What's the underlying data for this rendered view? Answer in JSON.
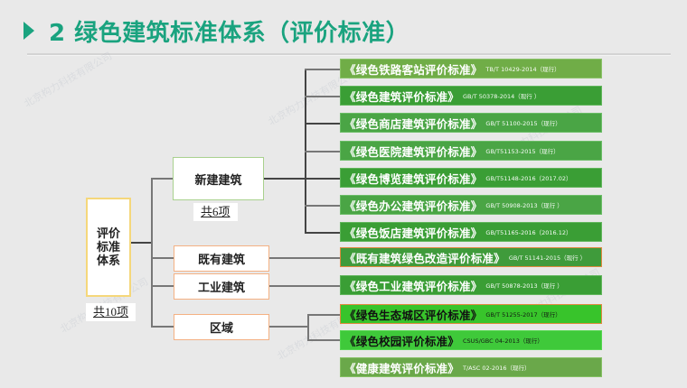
{
  "header": {
    "title": "2 绿色建筑标准体系（评价标准）",
    "accent_color": "#1aa37f"
  },
  "root": {
    "label": "评价标准体系",
    "count_note": "共10项"
  },
  "categories": [
    {
      "id": "new",
      "label": "新建建筑",
      "count_note": "共6项",
      "border_color": "#a9d18e"
    },
    {
      "id": "existing",
      "label": "既有建筑",
      "border_color": "#f4b183"
    },
    {
      "id": "industrial",
      "label": "工业建筑",
      "border_color": "#f4b183"
    },
    {
      "id": "district",
      "label": "区域",
      "border_color": "#f4b183"
    }
  ],
  "standards": [
    {
      "name": "《绿色铁路客站评价标准》",
      "code": "TB/T 10429-2014（现行）",
      "category": "new"
    },
    {
      "name": "《绿色建筑评价标准》",
      "code": "GB/T 50378-2014（现行 ）",
      "category": "new"
    },
    {
      "name": "《绿色商店建筑评价标准》",
      "code": "GB/T 51100-2015（现行）",
      "category": "new"
    },
    {
      "name": "《绿色医院建筑评价标准》",
      "code": "GB/T51153-2015（现行）",
      "category": "new"
    },
    {
      "name": "《绿色博览建筑评价标准》",
      "code": "GB/T51148-2016（2017.02）",
      "category": "new"
    },
    {
      "name": "《绿色办公建筑评价标准》",
      "code": "GB/T 50908-2013（现行 ）",
      "category": "new"
    },
    {
      "name": "《绿色饭店建筑评价标准》",
      "code": "GB/T51165-2016（2016.12）",
      "category": "new"
    },
    {
      "name": "《既有建筑绿色改造评价标准》",
      "code": "GB/T 51141-2015（现行 ）",
      "category": "existing"
    },
    {
      "name": "《绿色工业建筑评价标准》",
      "code": "GB/T 50878-2013（现行 ）",
      "category": "industrial"
    },
    {
      "name": "《绿色生态城区评价标准》",
      "code": "GB/T 51255-2017（现行）",
      "category": "district"
    },
    {
      "name": "《绿色校园评价标准》",
      "code": "CSUS/GBC 04-2013（现行）",
      "category": "district"
    },
    {
      "name": "《健康建筑评价标准》",
      "code": "T/ASC 02-2016（现行）",
      "category": "none"
    }
  ],
  "watermark": "北京构力科技有限公司"
}
